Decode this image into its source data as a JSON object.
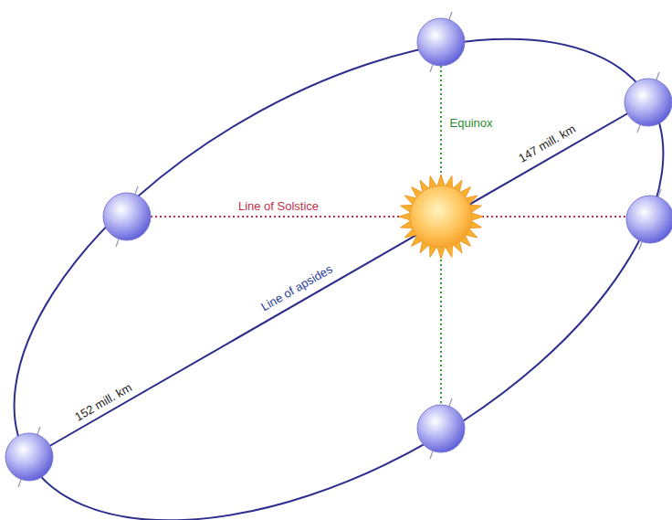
{
  "diagram": {
    "labels": [
      "Equinox",
      "147 mill. km",
      "Line of Solstice",
      "Line of apsides",
      "152 mill. km"
    ]
  }
}
